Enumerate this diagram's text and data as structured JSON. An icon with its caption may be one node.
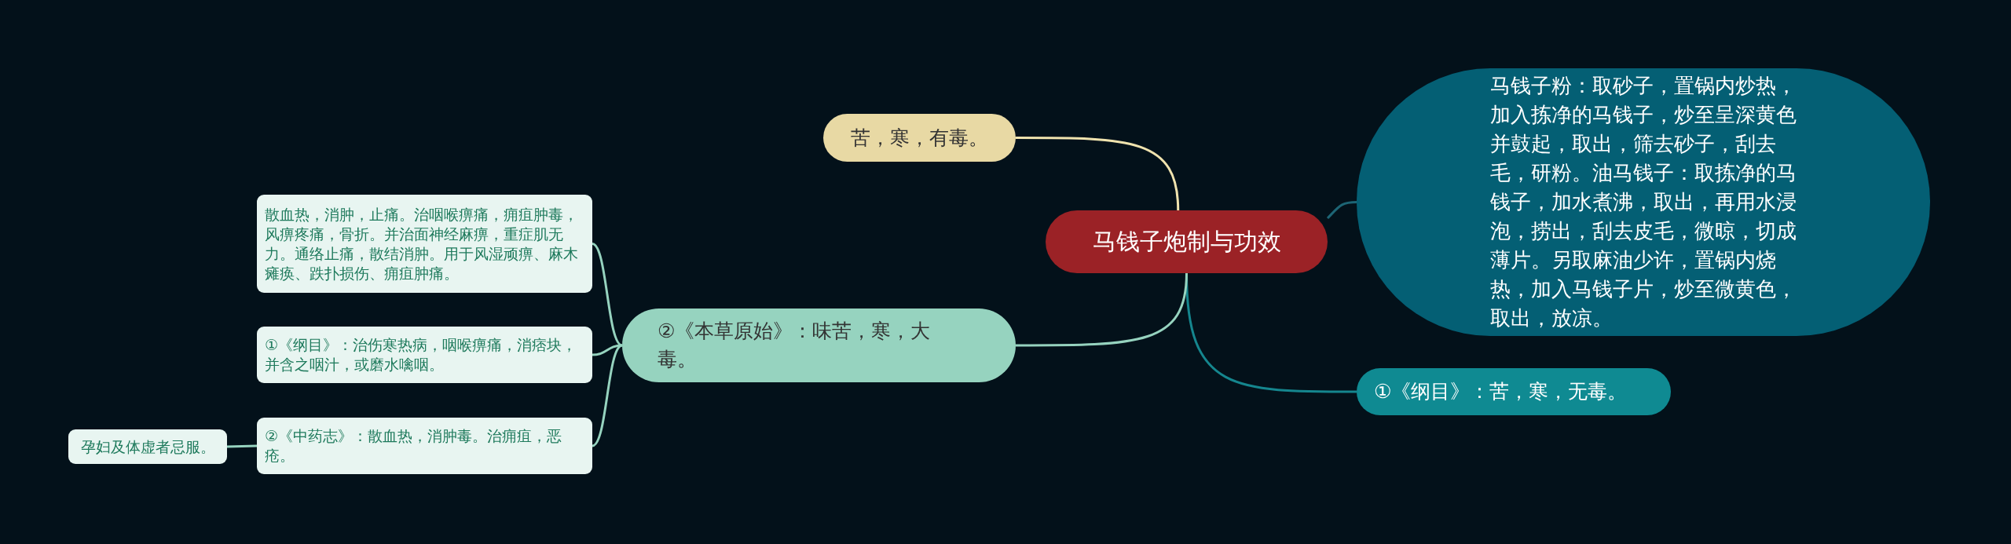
{
  "diagram": {
    "nodes": [
      {
        "text": [
          "马钱子炮制与功效"
        ]
      },
      {
        "text": [
          "苦，寒，有毒。"
        ]
      },
      {
        "text": [
          "马钱子粉：取砂子，置锅内炒热，加入拣净的马钱子，炒至呈深黄色并鼓起，取出，筛去砂子，刮去毛，研粉。油马钱子：取拣净的马钱子，加水煮沸，取出，再用水浸泡，捞出，刮去皮毛，微晾，切成薄片。另取麻油少许，置锅内烧热，加入马钱子片，炒至微黄色，取出，放凉。"
        ]
      },
      {
        "text": [
          "①《纲目》：苦，寒，无毒。"
        ]
      },
      {
        "text": [
          "②《本草原始》：味苦，寒，大毒。"
        ]
      },
      {
        "text": [
          "散血热，消肿，止痛。治咽喉痹痛，痈疽肿毒，风痹疼痛，骨折。并治面神经麻痹，重症肌无力。通络止痛，散结消肿。用于风湿顽痹、麻木瘫痪、跌扑损伤、痈疽肿痛。"
        ]
      },
      {
        "text": [
          "①《纲目》：治伤寒热病，咽喉痹痛，消痞块，并含之咽汁，或磨水噙咽。"
        ]
      },
      {
        "text": [
          "②《中药志》：散血热，消肿毒。治痈疽，恶疮。"
        ]
      },
      {
        "text": [
          "孕妇及体虚者忌服。"
        ]
      }
    ],
    "edges": [
      {
        "from": 0,
        "to": 1,
        "arrow": "none",
        "color": "#f0e3ae"
      },
      {
        "from": 0,
        "to": 2,
        "arrow": "none",
        "color": "#1d6575"
      },
      {
        "from": 0,
        "to": 3,
        "arrow": "none",
        "color": "#15868e"
      },
      {
        "from": 0,
        "to": 4,
        "arrow": "none"
      },
      {
        "from": 4,
        "to": 5,
        "arrow": "none"
      },
      {
        "from": 4,
        "to": 6,
        "arrow": "none"
      },
      {
        "from": 4,
        "to": 7,
        "arrow": "none"
      },
      {
        "from": 7,
        "to": 8,
        "arrow": "none"
      }
    ]
  }
}
